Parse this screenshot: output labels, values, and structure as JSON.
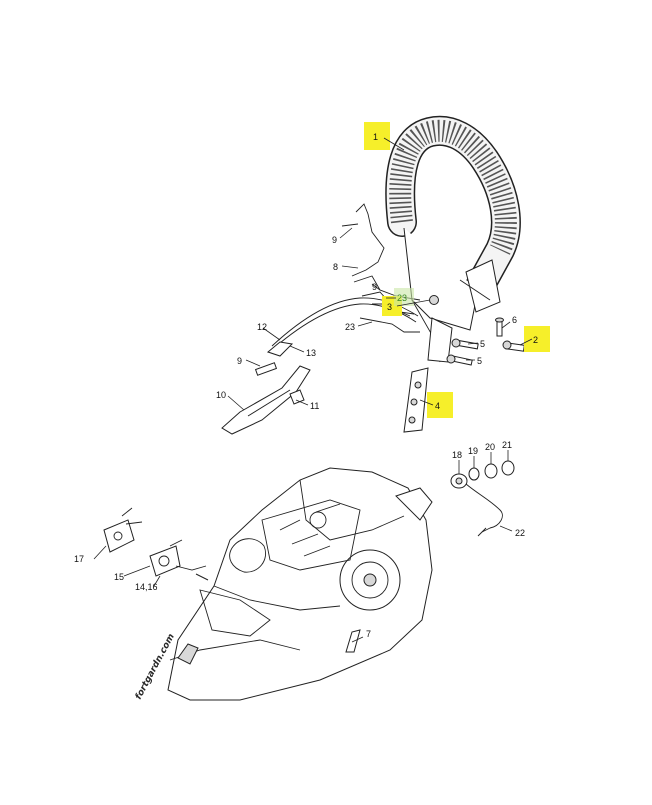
{
  "watermark": {
    "text": "fortgardn.com",
    "color_green": "#c9e6a6",
    "color_brown": "#cdbfae"
  },
  "highlight_color": "#f6ef2a",
  "labels": {
    "l1": "1",
    "l2": "2",
    "l3": "3",
    "l4": "4",
    "l5a": "5",
    "l5b": "5",
    "l6": "6",
    "l7": "7",
    "l8": "8",
    "l9a": "9",
    "l9b": "9",
    "l9c": "9",
    "l10": "10",
    "l11": "11",
    "l12": "12",
    "l13": "13",
    "l14": "14,16",
    "l15": "15",
    "l17": "17",
    "l18": "18",
    "l19": "19",
    "l20": "20",
    "l21": "21",
    "l22": "22",
    "l23a": "23",
    "l23b": "23"
  }
}
